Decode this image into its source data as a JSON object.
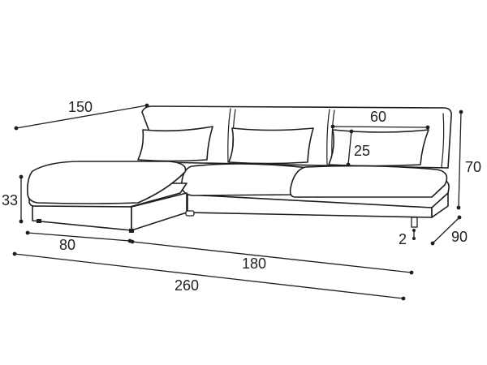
{
  "diagram": {
    "subject": "L-shaped sectional sofa dimension drawing",
    "line_color": "#1e1e1e",
    "dimensions": {
      "chaise_depth": "150",
      "cushion_width": "60",
      "back_height": "70",
      "pillow_height": "25",
      "seat_height": "33",
      "leg_height": "2",
      "chaise_width": "80",
      "seat_depth": "90",
      "main_width": "180",
      "total_width": "260"
    }
  }
}
